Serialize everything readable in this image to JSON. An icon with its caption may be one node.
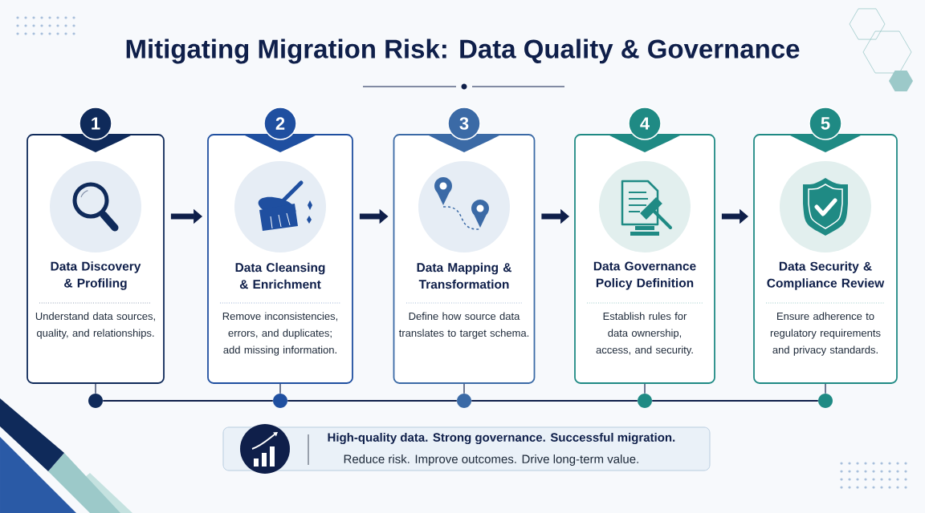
{
  "diagram": {
    "title": "Mitigating Migration Risk: Data Quality & Governance",
    "nodes": [
      {
        "text": [
          "1",
          "Data Discovery & Profiling",
          "Understand data sources, quality, and relationships."
        ]
      },
      {
        "text": [
          "2",
          "Data Cleansing & Enrichment",
          "Remove inconsistencies, errors, and duplicates; add missing information."
        ]
      },
      {
        "text": [
          "3",
          "Data Mapping & Transformation",
          "Define how source data translates to target schema."
        ]
      },
      {
        "text": [
          "4",
          "Data Governance Policy Definition",
          "Establish rules for data ownership, access, and security."
        ]
      },
      {
        "text": [
          "5",
          "Data Security & Compliance Review",
          "Ensure adherence to regulatory requirements and privacy standards."
        ]
      },
      {
        "text": [],
        "shape": "circle"
      },
      {
        "text": [],
        "shape": "circle"
      },
      {
        "text": [],
        "shape": "circle"
      },
      {
        "text": [],
        "shape": "circle"
      },
      {
        "text": [],
        "shape": "circle"
      },
      {
        "text": [
          "High-quality data. Strong governance. Successful migration.",
          "Reduce risk. Improve outcomes. Drive long-term value."
        ]
      }
    ],
    "edges": [
      {
        "from": 0,
        "to": 1,
        "arrow": "to",
        "style": "thick"
      },
      {
        "from": 1,
        "to": 2,
        "arrow": "to",
        "style": "thick"
      },
      {
        "from": 2,
        "to": 3,
        "arrow": "to",
        "style": "thick"
      },
      {
        "from": 3,
        "to": 4,
        "arrow": "to",
        "style": "thick"
      },
      {
        "from": 0,
        "to": 5,
        "arrow": "none"
      },
      {
        "from": 1,
        "to": 6,
        "arrow": "none"
      },
      {
        "from": 2,
        "to": 7,
        "arrow": "none"
      },
      {
        "from": 3,
        "to": 8,
        "arrow": "none"
      },
      {
        "from": 4,
        "to": 9,
        "arrow": "none"
      },
      {
        "from": 5,
        "to": 6,
        "arrow": "none"
      },
      {
        "from": 6,
        "to": 7,
        "arrow": "none"
      },
      {
        "from": 7,
        "to": 8,
        "arrow": "none"
      },
      {
        "from": 8,
        "to": 9,
        "arrow": "none"
      }
    ]
  }
}
